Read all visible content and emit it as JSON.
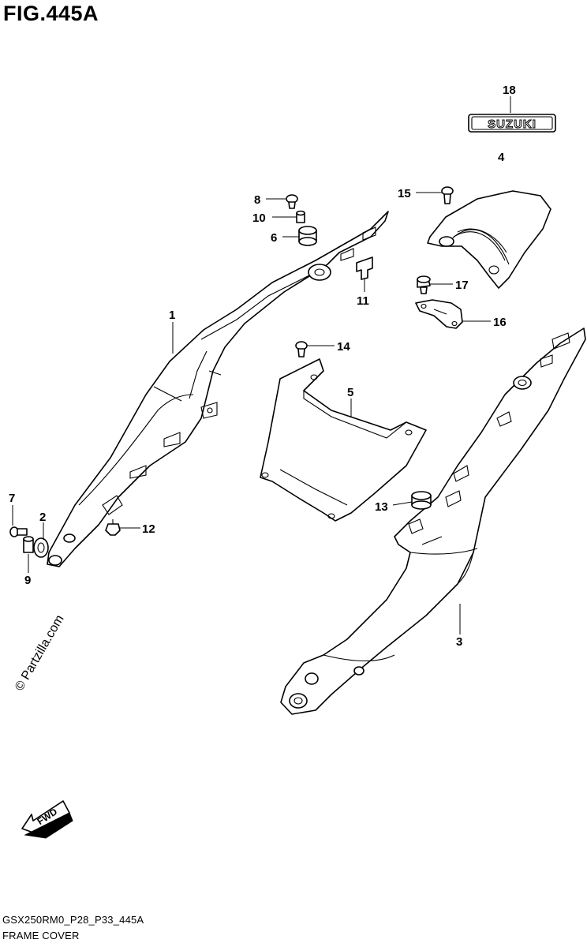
{
  "figure": {
    "title": "FIG.445A",
    "model_code": "GSX250RM0_P28_P33_445A",
    "caption": "FRAME COVER",
    "watermark": "© Partzilla.com",
    "emblem_text": "SUZUKI",
    "fwd_text": "FWD"
  },
  "callouts": {
    "c1": "1",
    "c2": "2",
    "c3": "3",
    "c4": "4",
    "c5": "5",
    "c6": "6",
    "c7": "7",
    "c8": "8",
    "c9": "9",
    "c10": "10",
    "c11": "11",
    "c12": "12",
    "c13": "13",
    "c14": "14",
    "c15": "15",
    "c16": "16",
    "c17": "17",
    "c18": "18"
  }
}
